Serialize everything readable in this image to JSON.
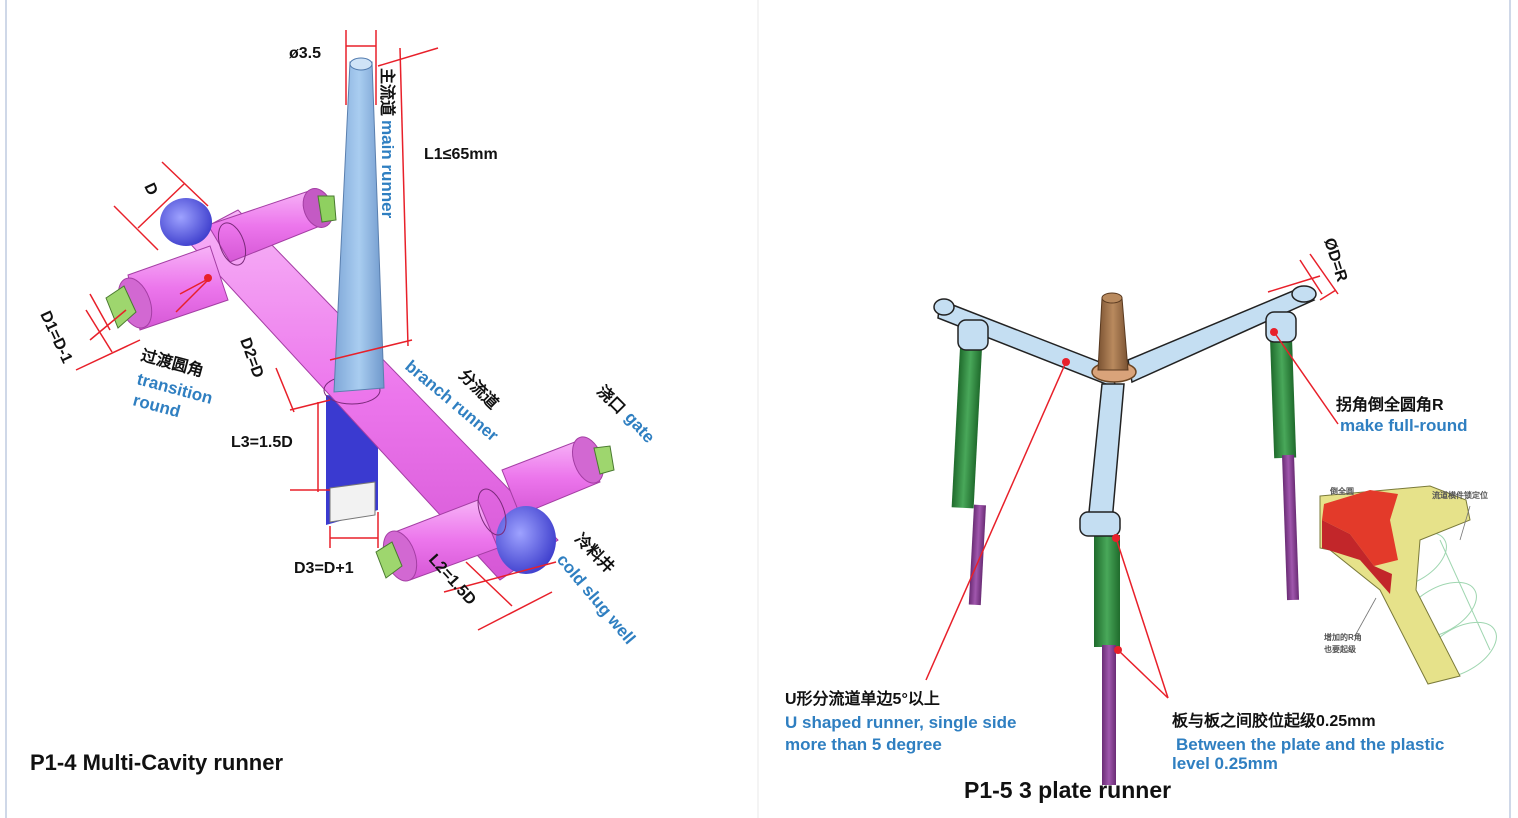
{
  "left_figure": {
    "title": "P1-4 Multi-Cavity runner",
    "dim_sprue_dia": "ø3.5",
    "dim_l1": "L1≤65mm",
    "dim_d": "D",
    "dim_d1": "D1=D-1",
    "dim_d2": "D2=D",
    "dim_l3": "L3=1.5D",
    "dim_d3": "D3=D+1",
    "dim_l2": "L2=1.5D",
    "main_runner_cn": "主流道",
    "main_runner_en": "main runner",
    "transition_cn": "过渡圆角",
    "transition_en_1": "transition",
    "transition_en_2": "round",
    "branch_cn": "分流道",
    "branch_en": "branch runner",
    "gate_cn": "浇口",
    "gate_en": "gate",
    "cold_slug_cn": "冷料井",
    "cold_slug_en": "cold slug well"
  },
  "right_figure": {
    "title": "P1-5   3 plate runner",
    "dim_od": "ØD=R",
    "fullround_cn": "拐角倒全圆角R",
    "fullround_en": "make full-round",
    "u_runner_cn": "U形分流道单边5°以上",
    "u_runner_en_1": "U shaped runner, single side",
    "u_runner_en_2": "more than 5 degree",
    "plate_cn": "板与板之间胶位起级0.25mm",
    "plate_en_1": "Between the plate and the plastic",
    "plate_en_2": "level 0.25mm",
    "inset_label_1": "倒全圆",
    "inset_label_2": "流道横件锁定位",
    "inset_label_3": "增加的R角",
    "inset_label_4": "也要起级"
  },
  "colors": {
    "magenta": "#ee82ee",
    "sprue_blue": "#8fb8e6",
    "slug_blue": "#5a5ae6",
    "gate_green": "#9ed66e",
    "dim_red": "#e8202a",
    "label_blue": "#2f7fc1",
    "runner_lightblue": "#c4def2",
    "leg_green": "#2e8a3c",
    "leg_purple": "#8a3f93",
    "sprue_brown": "#a0724a"
  }
}
